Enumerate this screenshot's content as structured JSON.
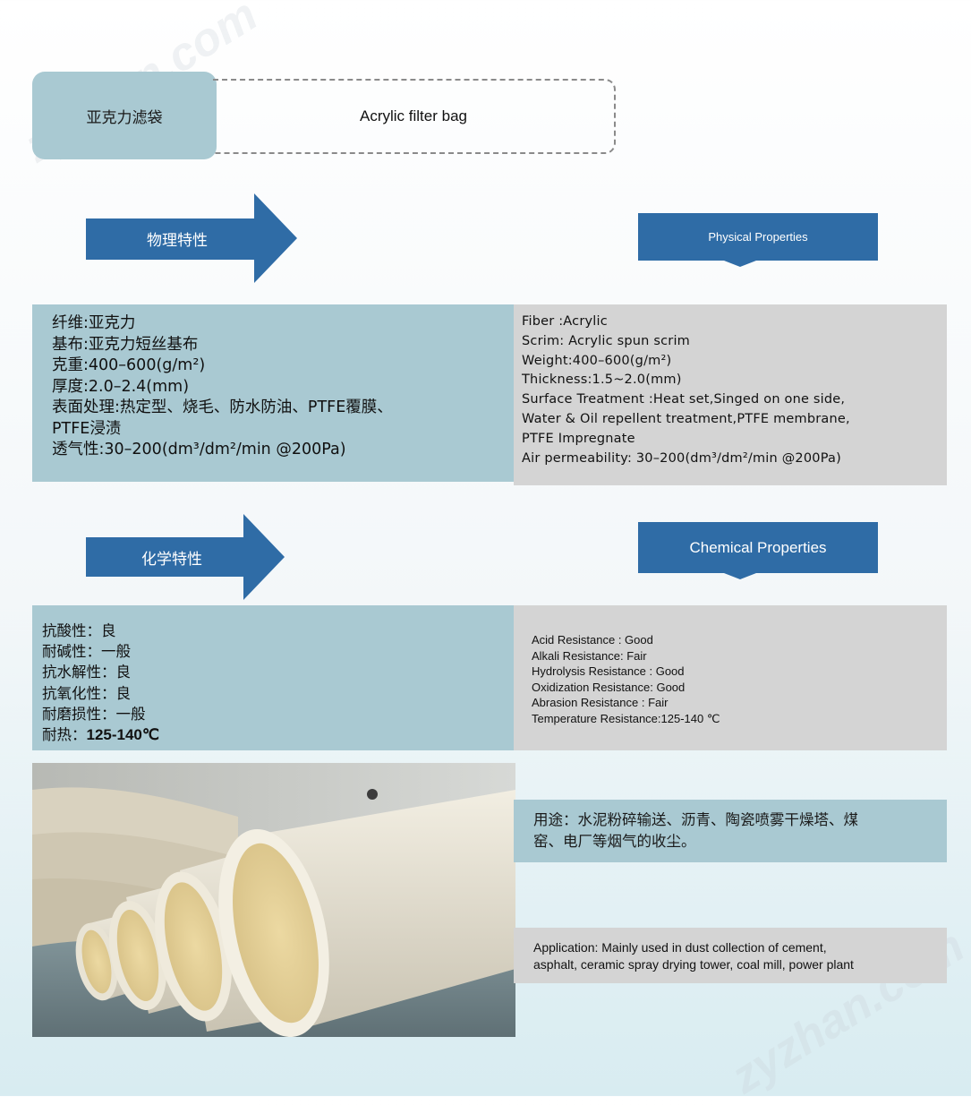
{
  "header": {
    "title_cn": "亚克力滤袋",
    "title_en": "Acrylic filter bag"
  },
  "physical": {
    "arrow_label": "物理特性",
    "ribbon_label": "Physical Properties",
    "cn_lines": [
      "纤维:亚克力",
      "基布:亚克力短丝基布",
      "克重:400–600(g/m²)",
      "厚度:2.0–2.4(mm)",
      "表面处理:热定型、烧毛、防水防油、PTFE覆膜、",
      "PTFE浸渍",
      "透气性:30–200(dm³/dm²/min @200Pa)"
    ],
    "en_lines": [
      "Fiber :Acrylic",
      "Scrim:  Acrylic spun scrim",
      "Weight:400–600(g/m²)",
      "Thickness:1.5~2.0(mm)",
      "Surface Treatment :Heat set,Singed on one side,",
      "Water & Oil repellent treatment,PTFE membrane,",
      "PTFE Impregnate",
      "Air permeability: 30–200(dm³/dm²/min @200Pa)"
    ]
  },
  "chemical": {
    "arrow_label": "化学特性",
    "ribbon_label": "Chemical Properties",
    "cn_lines": [
      "抗酸性：良",
      "耐碱性：一般",
      "抗水解性：良",
      "抗氧化性：良",
      "耐磨损性：一般"
    ],
    "cn_heat_label": "耐热：",
    "cn_heat_value": "125-140℃",
    "en_lines": [
      "Acid Resistance : Good",
      "Alkali Resistance: Fair",
      "Hydrolysis Resistance : Good",
      "Oxidization Resistance: Good",
      "Abrasion Resistance : Fair",
      "Temperature Resistance:125-140 ℃"
    ]
  },
  "application": {
    "cn_line1": "用途：水泥粉碎输送、沥青、陶瓷喷雾干燥塔、煤",
    "cn_line2": "窑、电厂等烟气的收尘。",
    "en_line1": "Application: Mainly used in dust collection of cement,",
    "en_line2": "asphalt, ceramic spray drying tower, coal mill, power plant"
  },
  "colors": {
    "panel_blue": "#a9c9d2",
    "panel_gray": "#d4d4d4",
    "arrow_blue": "#2f6ca6"
  }
}
